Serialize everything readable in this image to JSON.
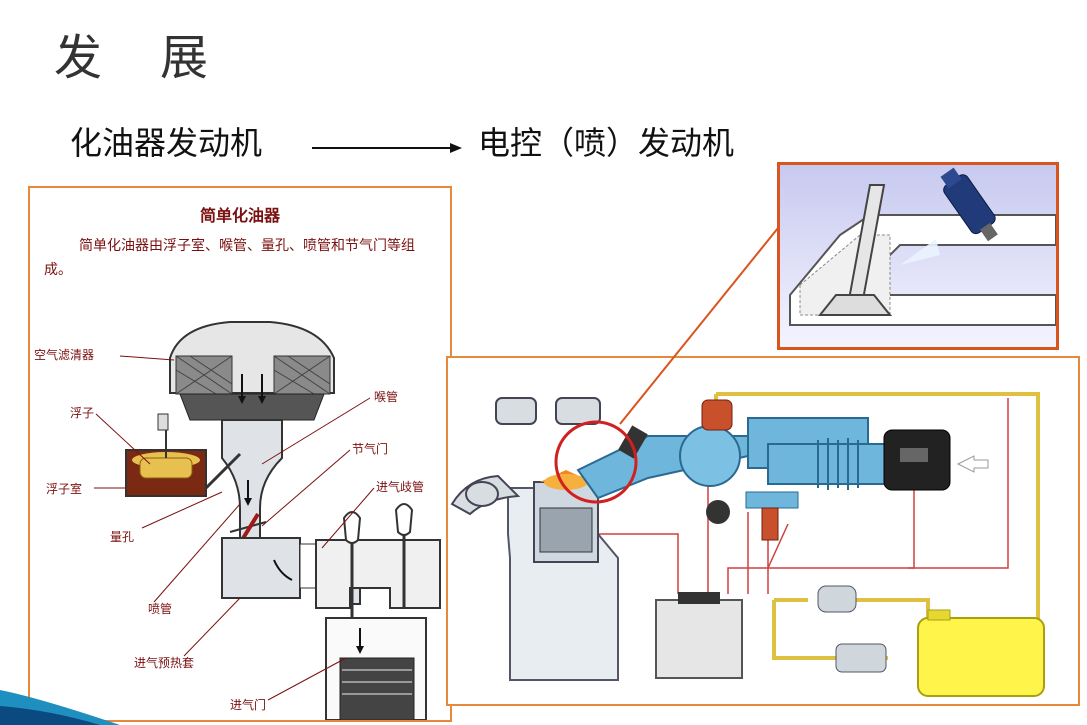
{
  "heading": {
    "char1": "发",
    "char2": "展"
  },
  "evolution": {
    "from": "化油器发动机",
    "to": "电控（喷）发动机"
  },
  "carburetor": {
    "title": "简单化油器",
    "description": "简单化油器由浮子室、喉管、量孔、喷管和节气门等组成。",
    "labels": {
      "air_filter": "空气滤清器",
      "float": "浮子",
      "float_chamber": "浮子室",
      "metering_jet": "量孔",
      "nozzle": "喷管",
      "preheat": "进气预热套",
      "venturi": "喉管",
      "throttle": "节气门",
      "manifold": "进气歧管",
      "intake_valve": "进气门"
    }
  },
  "colors": {
    "panel_border": "#e6893a",
    "inset_border": "#d9541e",
    "label": "#7a1010",
    "intake_blue": "#6fb6dd",
    "fuel_line": "#e0c040"
  }
}
